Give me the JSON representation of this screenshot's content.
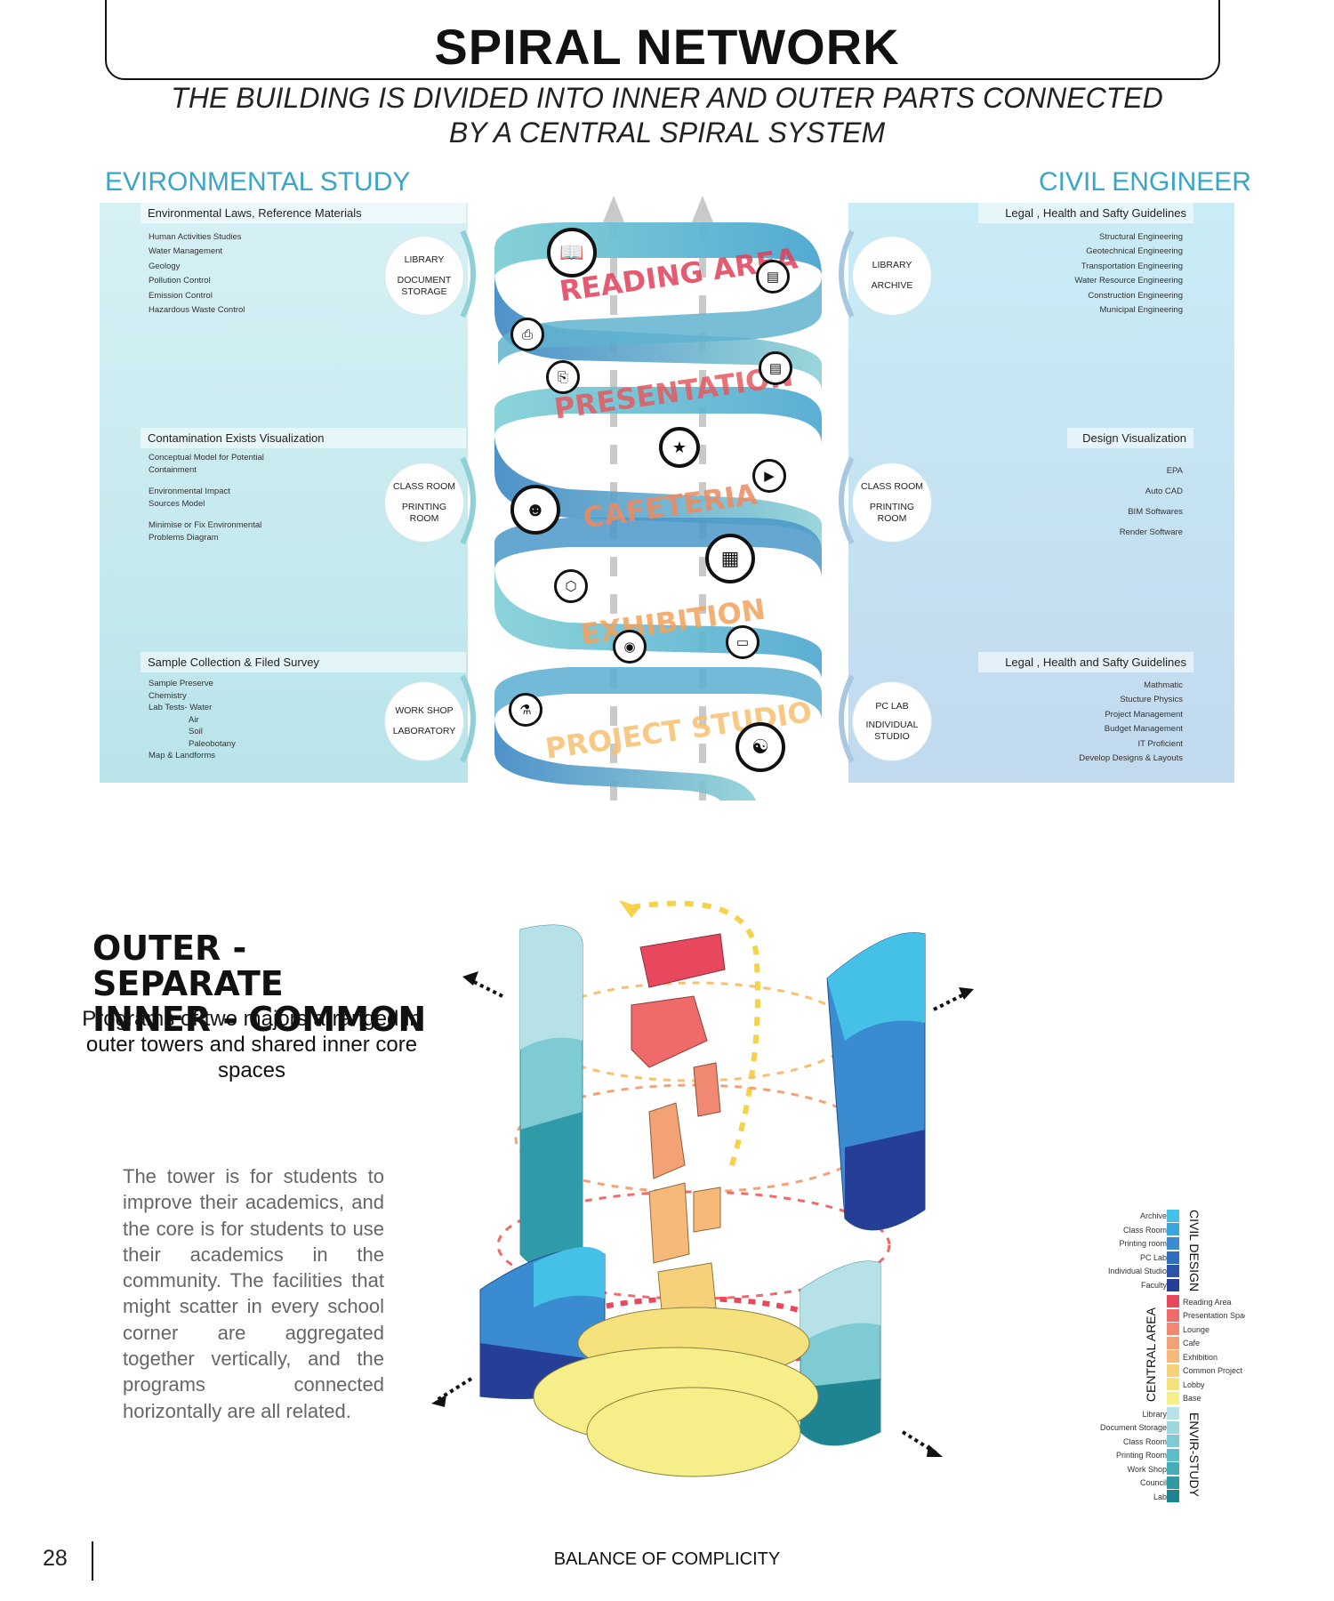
{
  "header": {
    "title": "SPIRAL NETWORK",
    "subtitle_line1": "THE BUILDING IS DIVIDED INTO INNER AND OUTER PARTS CONNECTED",
    "subtitle_line2": "BY A CENTRAL SPIRAL SYSTEM"
  },
  "left": {
    "heading": "EVIRONMENTAL STUDY",
    "sections": [
      {
        "title": "Environmental Laws, Reference Materials",
        "items": [
          "Human Activities Studies",
          "Water Management",
          "Geology",
          "Pollution Control",
          "Emission Control",
          "Hazardous Waste Control"
        ],
        "node": [
          "LIBRARY",
          "DOCUMENT STORAGE"
        ]
      },
      {
        "title": "Contamination Exists Visualization",
        "items": [
          "Conceptual Model for Potential",
          "Containment",
          "Environmental Impact",
          "Sources Model",
          "Minimise or Fix Environmental",
          "Problems Diagram"
        ],
        "node": [
          "CLASS ROOM",
          "PRINTING ROOM"
        ]
      },
      {
        "title": "Sample Collection & Filed Survey",
        "items": [
          "Sample Preserve",
          "Chemistry",
          "Lab Tests- Water",
          "Air",
          "Soil",
          "Paleobotany",
          "Map & Landforms"
        ],
        "node": [
          "WORK SHOP",
          "LABORATORY"
        ]
      }
    ]
  },
  "right": {
    "heading": "CIVIL ENGINEER",
    "sections": [
      {
        "title": "Legal , Health and Safty Guidelines",
        "items": [
          "Structural Engineering",
          "Geotechnical Engineering",
          "Transportation Engineering",
          "Water Resource Engineering",
          "Construction Engineering",
          "Municipal Engineering"
        ],
        "node": [
          "LIBRARY",
          "ARCHIVE"
        ]
      },
      {
        "title": "Design Visualization",
        "items": [
          "EPA",
          "Auto CAD",
          "BIM Softwares",
          "Render Software"
        ],
        "node": [
          "CLASS ROOM",
          "PRINTING ROOM"
        ]
      },
      {
        "title": "Legal , Health and Safty Guidelines",
        "items": [
          "Mathmatic",
          "Stucture Physics",
          "Project Management",
          "Budget Management",
          "IT Proficient",
          "Develop Designs & Layouts"
        ],
        "node": [
          "PC LAB",
          "INDIVIDUAL STUDIO"
        ]
      }
    ]
  },
  "spiral": {
    "labels": [
      "READING AREA",
      "PRESENTATION",
      "CAFETERIA",
      "EXHIBITION",
      "PROJECT STUDIO"
    ],
    "colors": {
      "reading": "#e0405a",
      "presentation": "#e45a60",
      "cafeteria": "#ee8a60",
      "exhibition": "#f3a25a",
      "studio": "#f7c070"
    },
    "icons": [
      "reader-icon",
      "bookshelf-icon",
      "printer-icon",
      "copier-icon",
      "binders-icon",
      "presenter-icon",
      "lecture-icon",
      "cafeteria-person-icon",
      "display-board-icon",
      "molecule-icon",
      "map-pin-icon",
      "computer-icon",
      "flask-icon",
      "team-icon"
    ]
  },
  "concept": {
    "heading_line1": "OUTER - SEPARATE",
    "heading_line2": "INNER - COMMON",
    "lede": "Programs of two majors arranged in outer towers and shared inner core spaces",
    "body": "The tower is for students to improve their academics, and the core is for students to use their academics in the community. The facilities that might scatter in every school corner are aggregated together vertically, and the programs connected horizontally are all related."
  },
  "legend": {
    "groups": [
      {
        "label": "CIVIL DESIGN",
        "items": [
          "Archive",
          "Class Room",
          "Printing room",
          "PC Lab",
          "Individual Studio",
          "Faculty"
        ],
        "colors": [
          "#45c1e8",
          "#3aa6df",
          "#3a8bd0",
          "#2f6fbf",
          "#2a55aa",
          "#243f95"
        ]
      },
      {
        "label": "CENTRAL AREA",
        "items": [
          "Reading Area",
          "Presentation Spac",
          "Lounge",
          "Cafe",
          "Exhibition",
          "Common Project S",
          "Lobby",
          "Base"
        ],
        "colors": [
          "#e8485e",
          "#ee6b6a",
          "#f08872",
          "#f3a276",
          "#f6b97a",
          "#f7d07a",
          "#f5e27c",
          "#f6ee88"
        ]
      },
      {
        "label": "ENVIR-STUDY",
        "items": [
          "Library",
          "Document Storage",
          "Class Room",
          "Printing Room",
          "Work Shop",
          "Council",
          "Lab"
        ],
        "colors": [
          "#b6e1e6",
          "#9ad7de",
          "#7ecbd4",
          "#5fbdc8",
          "#45adb9",
          "#3198a6",
          "#1f8492"
        ]
      }
    ]
  },
  "footer": {
    "page_number": "28",
    "title": "BALANCE OF COMPLICITY"
  }
}
